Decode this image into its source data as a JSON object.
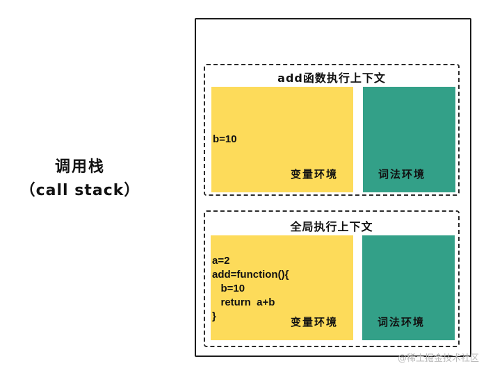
{
  "call_stack": {
    "title": "调用栈",
    "subtitle": "（call stack）"
  },
  "contexts": {
    "add": {
      "title": "add函数执行上下文",
      "variable_env": {
        "label": "变量环境",
        "code_lines": [
          "b=10"
        ]
      },
      "lexical_env": {
        "label": "词法环境"
      }
    },
    "global": {
      "title": "全局执行上下文",
      "variable_env": {
        "label": "变量环境",
        "code_lines": [
          "a=2",
          "add=function(){",
          "   b=10",
          "   return  a+b",
          "}"
        ]
      },
      "lexical_env": {
        "label": "词法环境"
      }
    }
  },
  "colors": {
    "variable_env": "#fddb5a",
    "lexical_env": "#33a088"
  },
  "watermark": "@稀土掘金技术社区"
}
